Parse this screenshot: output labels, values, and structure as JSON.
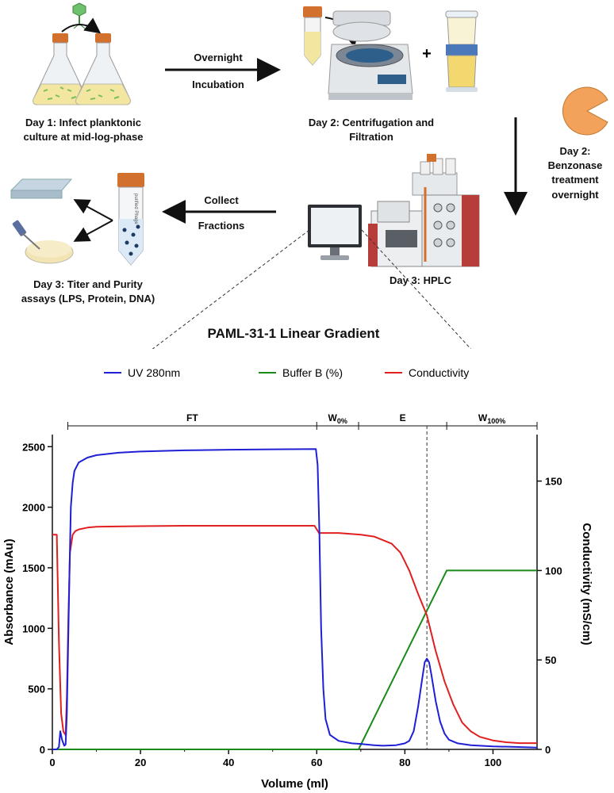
{
  "workflow": {
    "day1_label": "Day 1: Infect planktonic\nculture at mid-log-phase",
    "arrow1_top": "Overnight",
    "arrow1_bottom": "Incubation",
    "day2_label": "Day 2: Centrifugation and\nFiltration",
    "plus": "+",
    "benzonase_label": "Day 2:\nBenzonase\ntreatment\novernight",
    "hplc_label": "Day 3: HPLC",
    "arrow2_top": "Collect",
    "arrow2_bottom": "Fractions",
    "day3_label": "Day 3: Titer and Purity\nassays (LPS, Protein, DNA)",
    "tube_text": "purified Phage"
  },
  "colors": {
    "uv": "#1f1fd6",
    "buffer": "#1a8a1a",
    "conductivity": "#e02020",
    "pacman": "#f2a25a",
    "cap": "#d2702e",
    "liquid": "#f3e6a0",
    "hplc_red": "#b73d3a"
  },
  "chart_data": {
    "type": "line",
    "title": "PAML-31-1 Linear Gradient",
    "xlabel": "Volume (ml)",
    "ylabel": "Absorbance (mAu)",
    "y2label": "Conductivity (mS/cm)",
    "xlim": [
      0,
      110
    ],
    "ylim": [
      0,
      2600
    ],
    "y2lim": [
      0,
      176
    ],
    "xticks": [
      0,
      20,
      40,
      60,
      80,
      100
    ],
    "yticks": [
      0,
      500,
      1000,
      1500,
      2000,
      2500
    ],
    "y2ticks": [
      0,
      50,
      100,
      150
    ],
    "legend_position": "top",
    "phases": [
      {
        "label": "FT",
        "start": 3.5,
        "end": 60
      },
      {
        "label": "W0%",
        "start": 60,
        "end": 69.5
      },
      {
        "label": "E",
        "start": 69.5,
        "end": 89.5
      },
      {
        "label": "W100%",
        "start": 89.5,
        "end": 110
      }
    ],
    "peak_marker_x": 85,
    "series": [
      {
        "name": "UV 280nm",
        "axis": "left",
        "x": [
          0,
          1,
          1.5,
          1.8,
          2.2,
          2.7,
          3.0,
          3.3,
          3.6,
          3.9,
          4.2,
          4.6,
          5.0,
          6,
          8,
          10,
          15,
          20,
          30,
          40,
          50,
          59.8,
          60.2,
          60.6,
          61,
          61.5,
          62,
          63,
          65,
          68,
          70,
          73,
          75,
          78,
          80,
          81,
          82,
          83,
          84,
          84.5,
          85,
          85.5,
          86,
          87,
          88,
          89,
          90,
          92,
          95,
          100,
          105,
          110
        ],
        "y": [
          0,
          0,
          20,
          150,
          80,
          30,
          40,
          300,
          900,
          1500,
          2000,
          2200,
          2300,
          2370,
          2410,
          2430,
          2450,
          2460,
          2470,
          2475,
          2478,
          2480,
          2350,
          1800,
          1000,
          500,
          250,
          120,
          70,
          50,
          45,
          35,
          30,
          35,
          50,
          70,
          150,
          350,
          600,
          720,
          750,
          720,
          620,
          400,
          230,
          130,
          80,
          50,
          35,
          25,
          20,
          15
        ]
      },
      {
        "name": "Buffer B (%)",
        "axis": "right",
        "x": [
          0,
          69.5,
          89.5,
          110
        ],
        "y": [
          0,
          0,
          100,
          100
        ]
      },
      {
        "name": "Conductivity",
        "axis": "right",
        "x": [
          0,
          1,
          1.5,
          2,
          2.5,
          3,
          3.3,
          3.6,
          4,
          4.6,
          5.2,
          6,
          8,
          10,
          20,
          30,
          40,
          50,
          59.5,
          60.5,
          62,
          65,
          70,
          73,
          75,
          77,
          79,
          81,
          83,
          85,
          87,
          89,
          91,
          93,
          95,
          97,
          100,
          103,
          106,
          110
        ],
        "y": [
          120,
          120,
          60,
          20,
          10,
          8,
          30,
          70,
          110,
          120,
          122,
          123,
          124,
          124.5,
          124.8,
          125,
          125,
          125,
          125,
          121,
          121,
          121,
          120,
          119,
          117,
          115,
          110,
          100,
          87,
          75,
          55,
          38,
          25,
          15,
          10,
          7,
          5,
          4,
          3.5,
          3.5
        ]
      }
    ]
  }
}
